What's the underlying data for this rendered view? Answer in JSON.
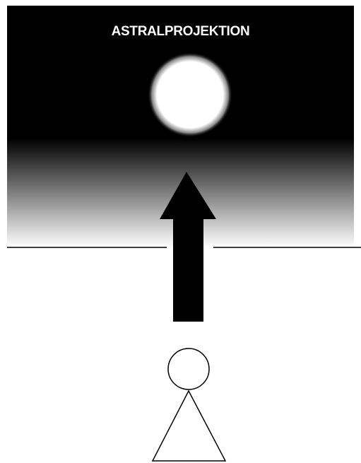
{
  "title": "ASTRALPROJEKTION",
  "colors": {
    "sky": "#000000",
    "glow": "#ffffff",
    "arrow": "#000000",
    "outline": "#000000",
    "background": "#ffffff"
  },
  "elements": {
    "sun": "glowing-orb",
    "arrow": "upward-arrow",
    "figure": "stick-figure"
  }
}
